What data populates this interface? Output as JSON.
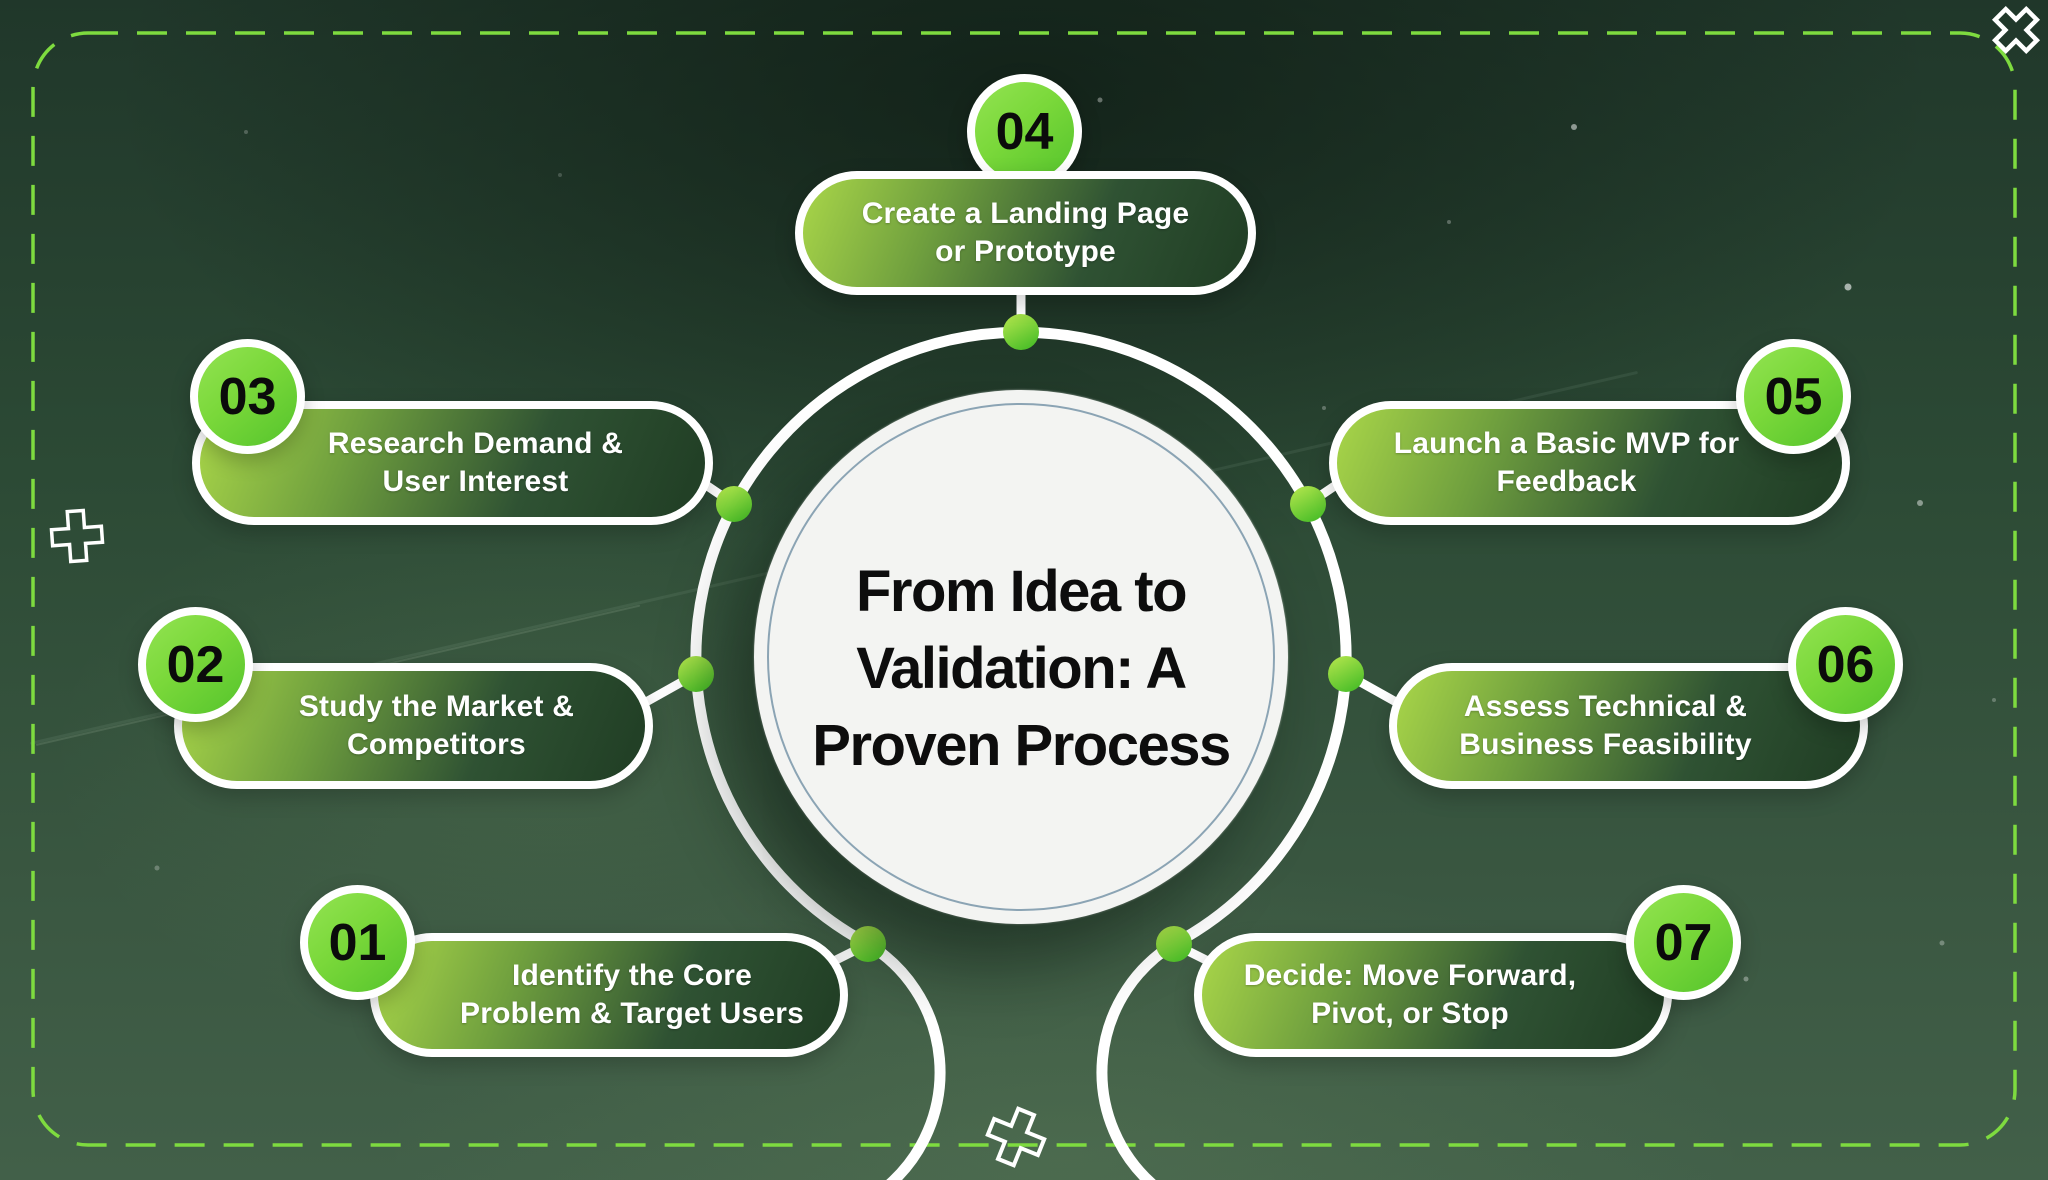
{
  "title": "From Idea to Validation: A Proven Process",
  "title_lines": [
    "From Idea to",
    "Validation: A",
    "Proven Process"
  ],
  "steps": [
    {
      "number": "01",
      "label": "Identify the Core Problem & Target Users",
      "line1": "Identify the Core",
      "line2": "Problem & Target Users"
    },
    {
      "number": "02",
      "label": "Study the Market & Competitors",
      "line1": "Study the Market &",
      "line2": "Competitors"
    },
    {
      "number": "03",
      "label": "Research Demand & User Interest",
      "line1": "Research Demand &",
      "line2": "User Interest"
    },
    {
      "number": "04",
      "label": "Create a Landing Page or Prototype",
      "line1": "Create a Landing Page",
      "line2": "or Prototype"
    },
    {
      "number": "05",
      "label": "Launch a Basic MVP for Feedback",
      "line1": "Launch a Basic MVP for",
      "line2": "Feedback"
    },
    {
      "number": "06",
      "label": "Assess Technical & Business Feasibility",
      "line1": "Assess Technical &",
      "line2": "Business Feasibility"
    },
    {
      "number": "07",
      "label": "Decide: Move Forward, Pivot, or Stop",
      "line1": "Decide: Move Forward,",
      "line2": "Pivot, or Stop"
    }
  ],
  "icons": [
    "sparkle-x-icon",
    "plus-icon-left",
    "plus-icon-bottom"
  ],
  "colors": {
    "dashed_border_green": "#7edb3f",
    "badge_green": "#76d838",
    "node_dot_green": "#8fdc3e",
    "pill_gradient_start": "#a9d649",
    "pill_gradient_end": "#224026",
    "background_green": "#2c4a35",
    "center_circle_fill": "#f3f4f2",
    "center_inner_ring": "#8ba4b4",
    "text_dark": "#0d0d0d",
    "text_light": "#ffffff"
  }
}
